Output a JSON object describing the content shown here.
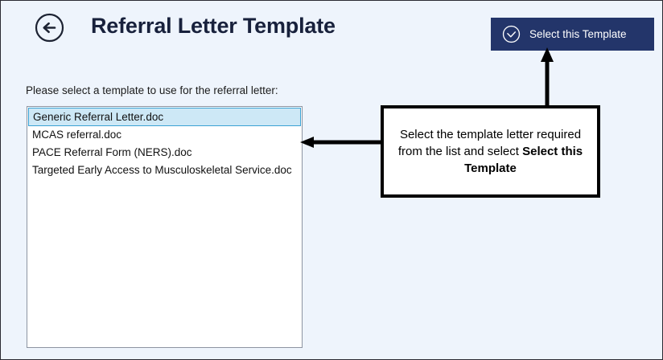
{
  "window": {
    "background_color": "#eef4fc",
    "border_color": "#2a2a33"
  },
  "header": {
    "back_icon": "circle-arrow-left-icon",
    "title": "Referral Letter Template",
    "title_color": "#18213c",
    "action_button": {
      "label": "Select this Template",
      "icon": "circle-check-icon",
      "background_color": "#23356a",
      "text_color": "#ffffff"
    }
  },
  "main": {
    "instruction_label": "Please select a template to use for the referral letter:",
    "listbox": {
      "selected_index": 0,
      "selection_background": "#cde8f6",
      "selection_border": "#3ba2d4",
      "items": [
        {
          "label": "Generic Referral Letter.doc"
        },
        {
          "label": "MCAS referral.doc"
        },
        {
          "label": "PACE Referral Form (NERS).doc"
        },
        {
          "label": "Targeted Early Access to Musculoskeletal Service.doc"
        }
      ]
    }
  },
  "annotation": {
    "callout": {
      "text_part1": "Select the template letter required from the list and select ",
      "text_bold": "Select this Template",
      "border_color": "#000000",
      "background_color": "#ffffff"
    },
    "arrows": [
      {
        "name": "arrow-to-list",
        "direction": "left"
      },
      {
        "name": "arrow-to-button",
        "direction": "up"
      }
    ]
  }
}
